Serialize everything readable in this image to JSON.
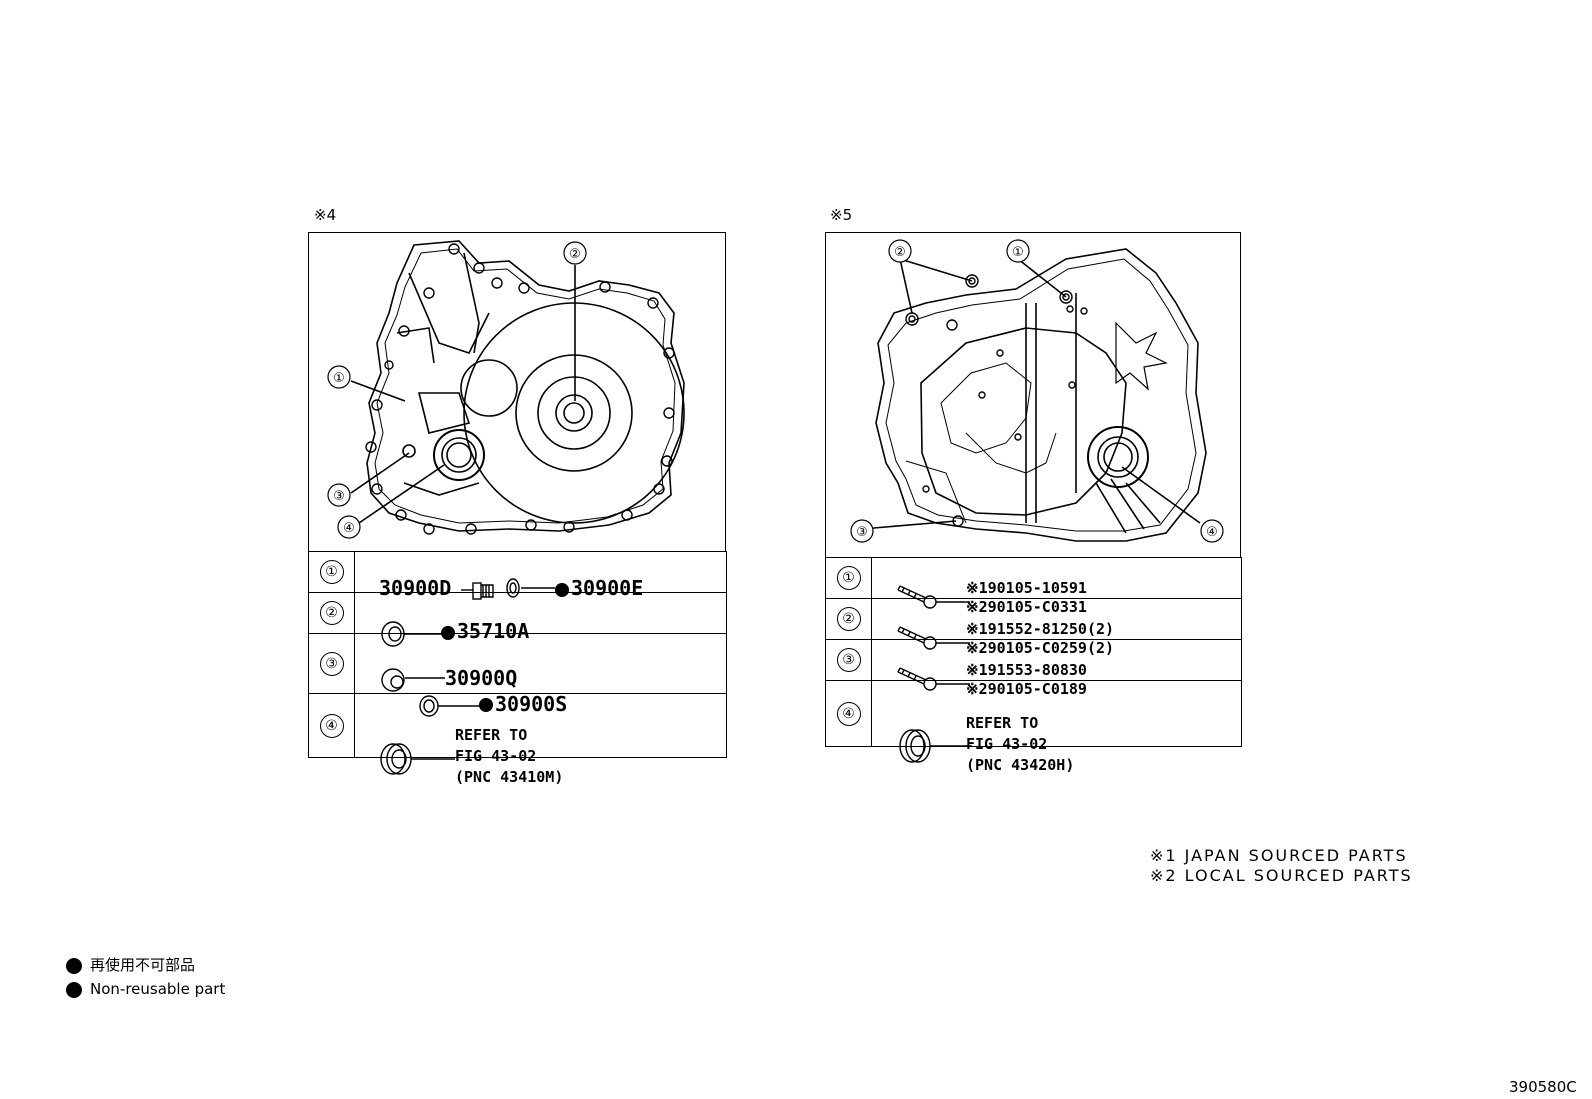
{
  "left_panel": {
    "tag": "※4",
    "callouts": [
      "①",
      "②",
      "③",
      "④"
    ],
    "rows": [
      {
        "num": "①",
        "parts": [
          "30900D",
          "30900E"
        ],
        "nonreusable": [
          false,
          true
        ]
      },
      {
        "num": "②",
        "parts": [
          "35710A"
        ],
        "nonreusable": [
          true
        ]
      },
      {
        "num": "③",
        "parts": [
          "30900Q",
          "30900S"
        ],
        "nonreusable": [
          false,
          true
        ]
      },
      {
        "num": "④",
        "refer": [
          "REFER TO",
          "FIG 43-02",
          "(PNC 43410M)"
        ]
      }
    ]
  },
  "right_panel": {
    "tag": "※5",
    "callouts": [
      "①",
      "②",
      "③",
      "④"
    ],
    "rows": [
      {
        "num": "①",
        "lines": [
          "※190105-10591",
          "※290105-C0331"
        ]
      },
      {
        "num": "②",
        "lines": [
          "※191552-81250(2)",
          "※290105-C0259(2)"
        ]
      },
      {
        "num": "③",
        "lines": [
          "※191553-80830",
          "※290105-C0189"
        ]
      },
      {
        "num": "④",
        "refer": [
          "REFER TO",
          "FIG 43-02",
          "(PNC 43420H)"
        ]
      }
    ]
  },
  "notes": [
    "※1 JAPAN SOURCED PARTS",
    "※2 LOCAL SOURCED PARTS"
  ],
  "legend": [
    "再使用不可部品",
    "Non-reusable part"
  ],
  "figure_code": "390580C",
  "colors": {
    "ink": "#000000",
    "paper": "#ffffff"
  }
}
